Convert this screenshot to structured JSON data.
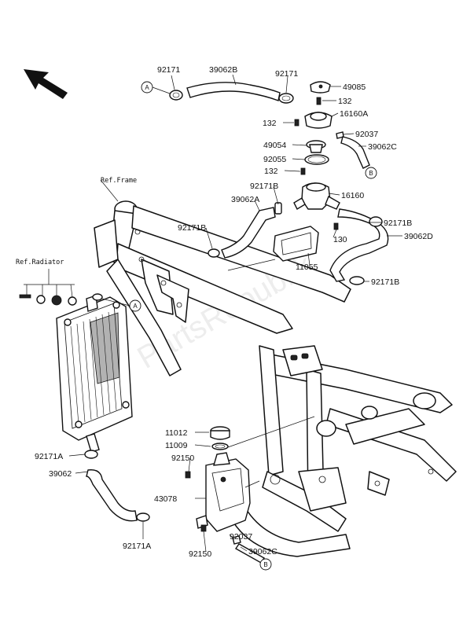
{
  "watermark": "PartsRepublik",
  "reference_labels": {
    "frame": "Ref.Frame",
    "radiator": "Ref.Radiator"
  },
  "connectors": {
    "a_top": "A",
    "a_radiator": "A",
    "b_hose": "B",
    "b_bottom": "B"
  },
  "part_numbers": {
    "p92171_top": "92171",
    "p39062B": "39062B",
    "p92171_top2": "92171",
    "p49085": "49085",
    "p132_a": "132",
    "p16160A": "16160A",
    "p132_b": "132",
    "p92037_top": "92037",
    "p39062C_top": "39062C",
    "p49054": "49054",
    "p92055": "92055",
    "p132_c": "132",
    "p92171B_a": "92171B",
    "p39062A": "39062A",
    "p16160": "16160",
    "p92171B_b": "92171B",
    "p92171B_c": "92171B",
    "p39062D": "39062D",
    "p130": "130",
    "p11055": "11055",
    "p92171B_d": "92171B",
    "p11012": "11012",
    "p11009": "11009",
    "p92150_a": "92150",
    "p92171A_a": "92171A",
    "p39062": "39062",
    "p43078": "43078",
    "p92171A_b": "92171A",
    "p92037_bottom": "92037",
    "p92150_b": "92150",
    "p39062C_bottom": "39062C"
  }
}
